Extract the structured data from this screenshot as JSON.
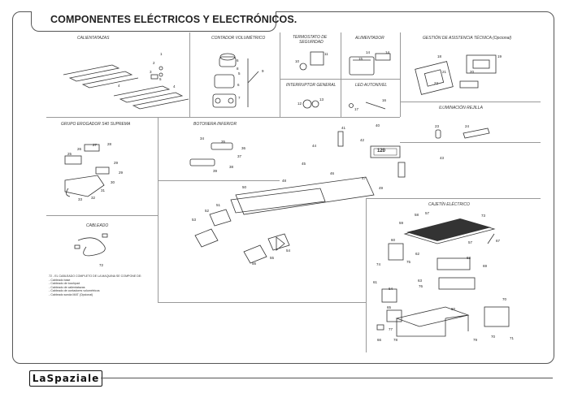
{
  "page": {
    "title": "COMPONENTES ELÉCTRICOS Y ELECTRÓNICOS.",
    "brand": "LaSpaziale"
  },
  "sections": {
    "calientatazas": "CALIENTATAZAS",
    "contador": "CONTADOR VOLUMÉTRICO",
    "termostato_1": "TERMOSTATO DE",
    "termostato_2": "SEGURIDAD",
    "alimentador": "ALIMENTADOR",
    "gestion": "GESTIÓN DE ASISTENCIA TÉCNICA (Opcional)",
    "interruptor": "INTERRUPTOR GENERAL",
    "led": "LED AUTONIVEL",
    "iluminacion": "ILUMINACIÓN REJILLA",
    "grupo": "GRUPO EROGADOR S40 SUPREMA",
    "botonera": "BOTONERA INFERIOR",
    "cableado": "CABLEADO",
    "cajetin": "CAJETÍN ELÉCTRICO"
  },
  "notes": [
    "72 - EL CABLEADO COMPLETO DE LA MAQUINA SE COMPONE DE:",
    "- Cableado base",
    "- Cableado de tocchpad",
    "- Cableado de calientatazas",
    "- Cableado de contadores volumétricos",
    "- Cableado sonda MAT (Opcional)"
  ],
  "display_text": "120",
  "part_numbers": {
    "n1": "1",
    "n2": "2",
    "n3": "3",
    "n4a": "4",
    "n4b": "4",
    "n5a": "5",
    "n5b": "5",
    "n6a": "6",
    "n6b": "6",
    "n7": "7",
    "n8": "8",
    "n9": "9",
    "n10": "10",
    "n11": "11",
    "n12": "12",
    "n13": "13",
    "n14a": "14",
    "n14b": "14",
    "n15": "15",
    "n16": "16",
    "n17": "17",
    "n18": "18",
    "n19": "19",
    "n20": "20",
    "n21": "21",
    "n22": "22",
    "n23": "23",
    "n24": "24",
    "n25": "25",
    "n26": "26",
    "n27": "27",
    "n28": "28",
    "n29a": "29",
    "n29b": "29",
    "n30": "30",
    "n31": "31",
    "n32": "32",
    "n33": "33",
    "n34": "34",
    "n35": "35",
    "n36": "36",
    "n37": "37",
    "n38": "38",
    "n39": "39",
    "n40": "40",
    "n41": "41",
    "n42": "42",
    "n43": "43",
    "n44": "44",
    "n45": "45",
    "n46": "46",
    "n47": "47",
    "n48": "48",
    "n49": "49",
    "n50": "50",
    "n51": "51",
    "n52": "52",
    "n53": "53",
    "n54": "54",
    "n55": "55",
    "n56": "56",
    "n57a": "57",
    "n57b": "57",
    "n58": "58",
    "n59": "59",
    "n60": "60",
    "n61": "61",
    "n62": "62",
    "n63": "63",
    "n64": "64",
    "n65": "65",
    "n66": "66",
    "n67": "67",
    "n68": "68",
    "n69": "69",
    "n70a": "70",
    "n70b": "70",
    "n71": "71",
    "n72": "72",
    "n73": "73",
    "n74": "74",
    "n75": "75",
    "n76": "76",
    "n77": "77",
    "n78": "78",
    "n79": "79",
    "n80": "80"
  }
}
